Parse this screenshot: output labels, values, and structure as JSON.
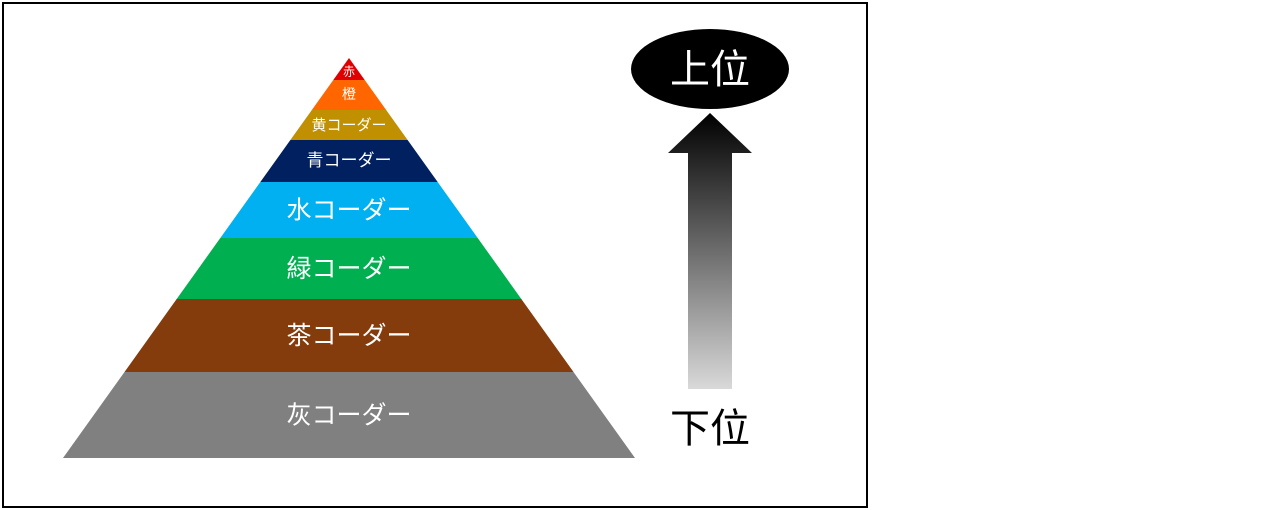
{
  "pyramid": {
    "tiers": [
      {
        "label": "赤",
        "color": "#e00000"
      },
      {
        "label": "橙",
        "color": "#ff6600"
      },
      {
        "label": "黄コーダー",
        "color": "#c09000"
      },
      {
        "label": "青コーダー",
        "color": "#002060"
      },
      {
        "label": "水コーダー",
        "color": "#00b0f0"
      },
      {
        "label": "緑コーダー",
        "color": "#00b050"
      },
      {
        "label": "茶コーダー",
        "color": "#843c0c"
      },
      {
        "label": "灰コーダー",
        "color": "#808080"
      }
    ]
  },
  "rank": {
    "top_label": "上位",
    "bottom_label": "下位"
  }
}
